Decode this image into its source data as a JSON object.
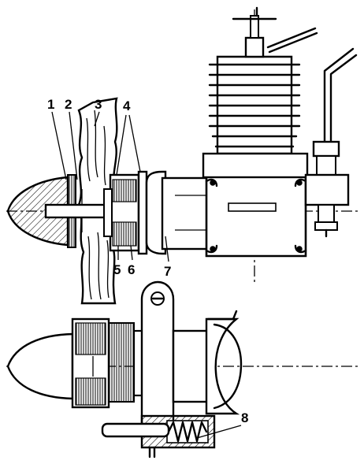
{
  "callouts": [
    {
      "num": "1",
      "tip_text": "1"
    },
    {
      "num": "2"
    },
    {
      "num": "3"
    },
    {
      "num": "4"
    },
    {
      "num": "5"
    },
    {
      "num": "6"
    },
    {
      "num": "7"
    },
    {
      "num": "8"
    }
  ],
  "colors": {
    "ink": "#000000",
    "paper": "#ffffff"
  }
}
